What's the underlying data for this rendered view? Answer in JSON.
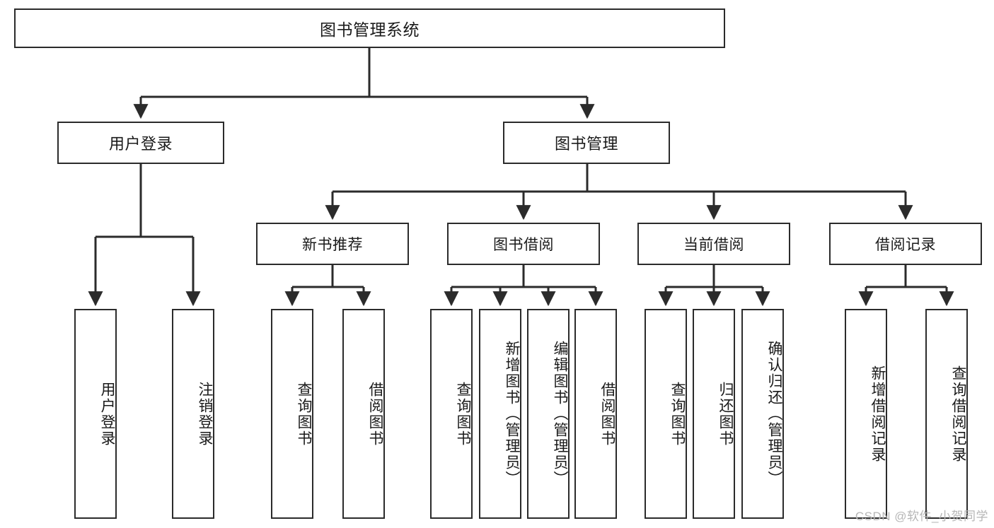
{
  "diagram": {
    "type": "tree-hierarchy-chart",
    "title": "图书管理系统",
    "root": {
      "label": "图书管理系统"
    },
    "level2": [
      {
        "label": "用户登录"
      },
      {
        "label": "图书管理"
      }
    ],
    "level3": [
      {
        "label": "新书推荐"
      },
      {
        "label": "图书借阅"
      },
      {
        "label": "当前借阅"
      },
      {
        "label": "借阅记录"
      }
    ],
    "leaves": {
      "user_login": [
        {
          "label": "用户登录"
        },
        {
          "label": "注销登录"
        }
      ],
      "new_book_recommend": [
        {
          "label": "查询图书"
        },
        {
          "label": "借阅图书"
        }
      ],
      "book_borrow": [
        {
          "label": "查询图书"
        },
        {
          "label": "新增图书（管理员）"
        },
        {
          "label": "编辑图书（管理员）"
        },
        {
          "label": "借阅图书"
        }
      ],
      "current_borrow": [
        {
          "label": "查询图书"
        },
        {
          "label": "归还图书"
        },
        {
          "label": "确认归还（管理员）"
        }
      ],
      "borrow_record": [
        {
          "label": "新增借阅记录"
        },
        {
          "label": "查询借阅记录"
        }
      ]
    }
  },
  "watermark": {
    "text": "CSDN @软件_小贺同学"
  },
  "colors": {
    "stroke": "#2b2b2b",
    "fill": "#ffffff",
    "text": "#1a1a1a",
    "watermark": "#b6b6b6"
  }
}
